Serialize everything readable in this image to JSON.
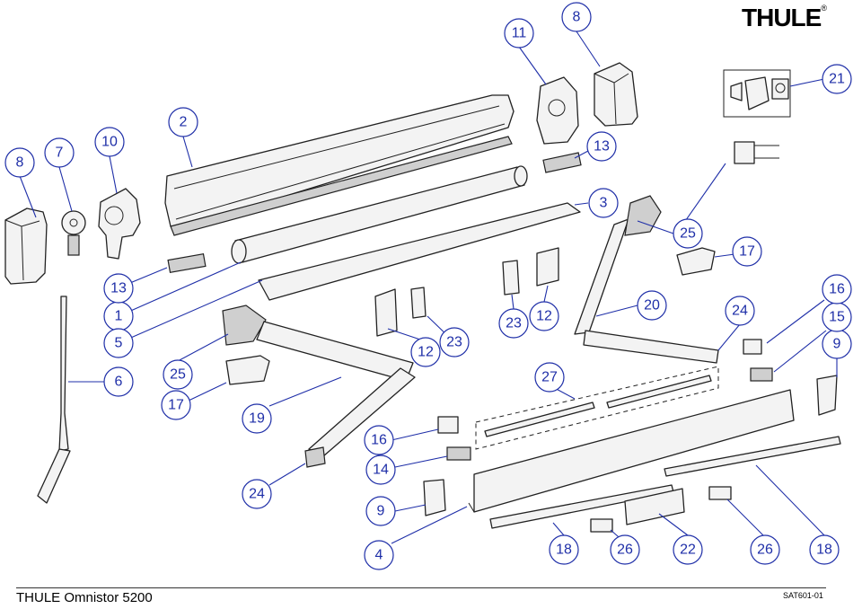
{
  "header": {
    "brand": "THULE",
    "registered": "®"
  },
  "footer": {
    "model": "THULE Omnistor 5200",
    "code": "SAT601-01"
  },
  "callouts": [
    "1",
    "2",
    "3",
    "4",
    "5",
    "6",
    "7",
    "8",
    "8",
    "9",
    "9",
    "10",
    "11",
    "12",
    "12",
    "13",
    "13",
    "14",
    "15",
    "16",
    "16",
    "17",
    "17",
    "18",
    "18",
    "19",
    "20",
    "21",
    "22",
    "23",
    "23",
    "24",
    "24",
    "25",
    "25",
    "26",
    "26",
    "27"
  ],
  "colors": {
    "callout": "#1f2fa8",
    "line_art": "#222222"
  }
}
